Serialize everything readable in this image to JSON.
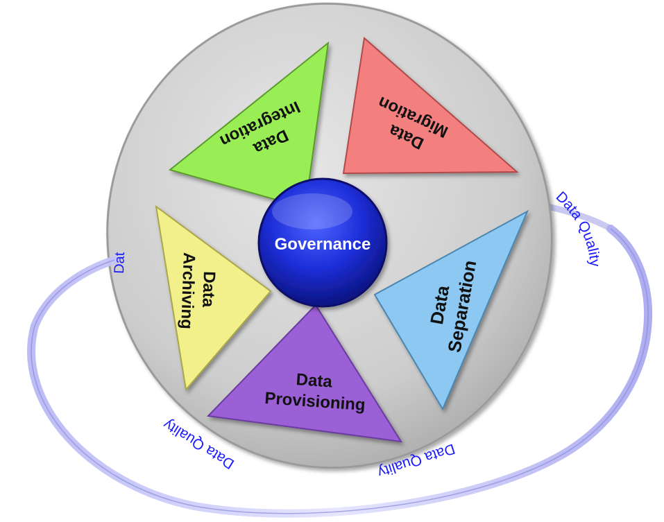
{
  "hub": {
    "label": "Governance",
    "color": "#1f2fd6"
  },
  "segments": {
    "integration": {
      "line1": "Data",
      "line2": "Integration",
      "color": "#99ee55"
    },
    "migration": {
      "line1": "Data",
      "line2": "Migration",
      "color": "#f47f7f"
    },
    "separation": {
      "line1": "Data",
      "line2": "Separation",
      "color": "#8cc8f2"
    },
    "provisioning": {
      "line1": "Data",
      "line2": "Provisioning",
      "color": "#9b5fd6"
    },
    "archiving": {
      "line1": "Data",
      "line2": "Archiving",
      "color": "#f2f08a"
    }
  },
  "ring": {
    "label_left": "Dat",
    "label_right": "Data Quality",
    "label_bottom_left": "Data Quality",
    "label_bottom_right": "Data Quality",
    "color": "#1a1aff"
  },
  "disc": {
    "color": "#cfcfcf"
  }
}
